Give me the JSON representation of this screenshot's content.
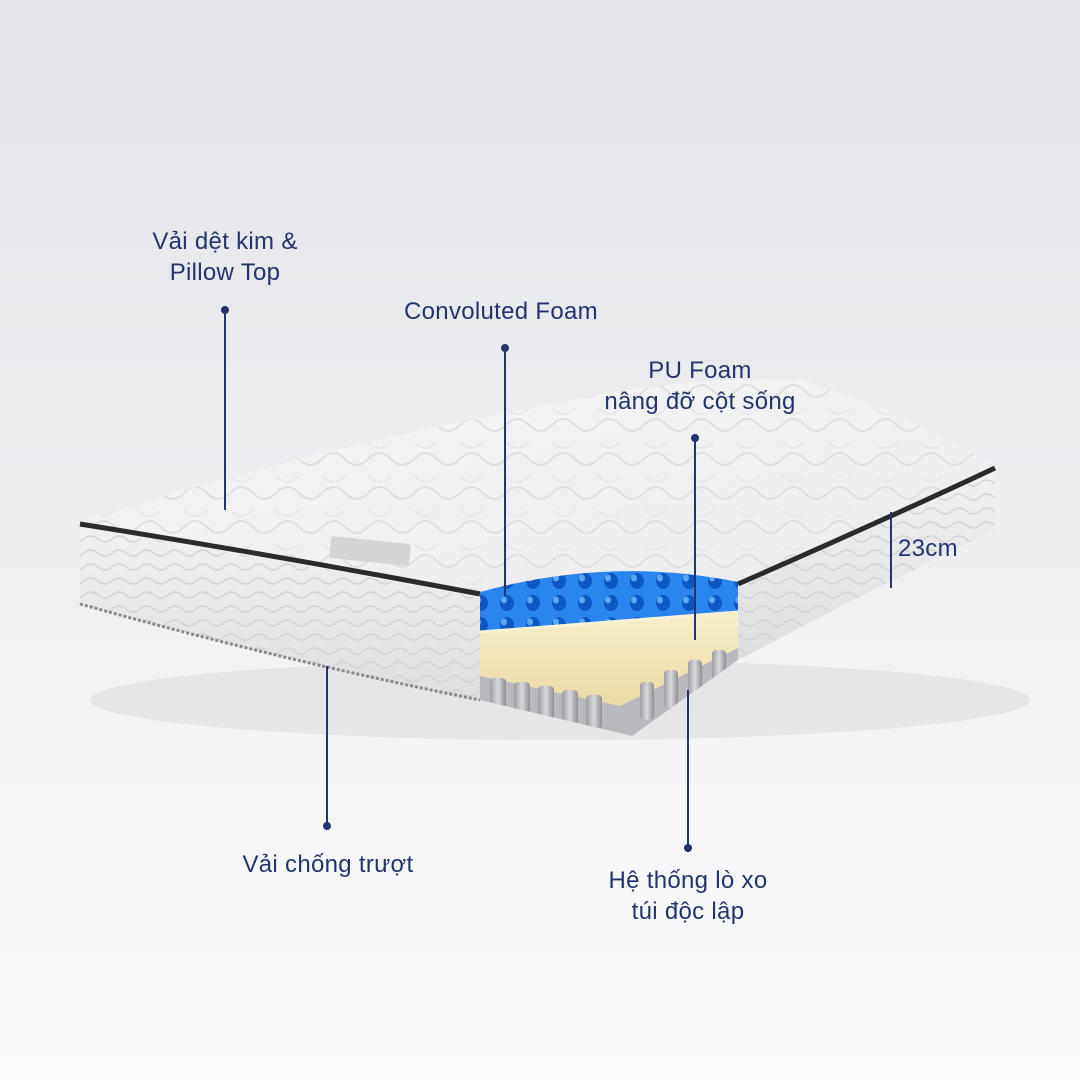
{
  "colors": {
    "accent": "#22346e",
    "foam_blue": "#1f7de6",
    "foam_yellow": "#f1e6b8",
    "cover": "#f2f2f3",
    "piping": "#2b2b2e"
  },
  "callouts": {
    "pillow_top": {
      "line1": "Vải dệt kim &",
      "line2": "Pillow Top"
    },
    "convoluted": {
      "line1": "Convoluted Foam"
    },
    "pu_foam": {
      "line1": "PU Foam",
      "line2": "nâng đỡ cột sống"
    },
    "height": {
      "line1": "23cm"
    },
    "anti_slip": {
      "line1": "Vải chống trượt"
    },
    "springs": {
      "line1": "Hệ thống lò xo",
      "line2": "túi độc lập"
    }
  }
}
